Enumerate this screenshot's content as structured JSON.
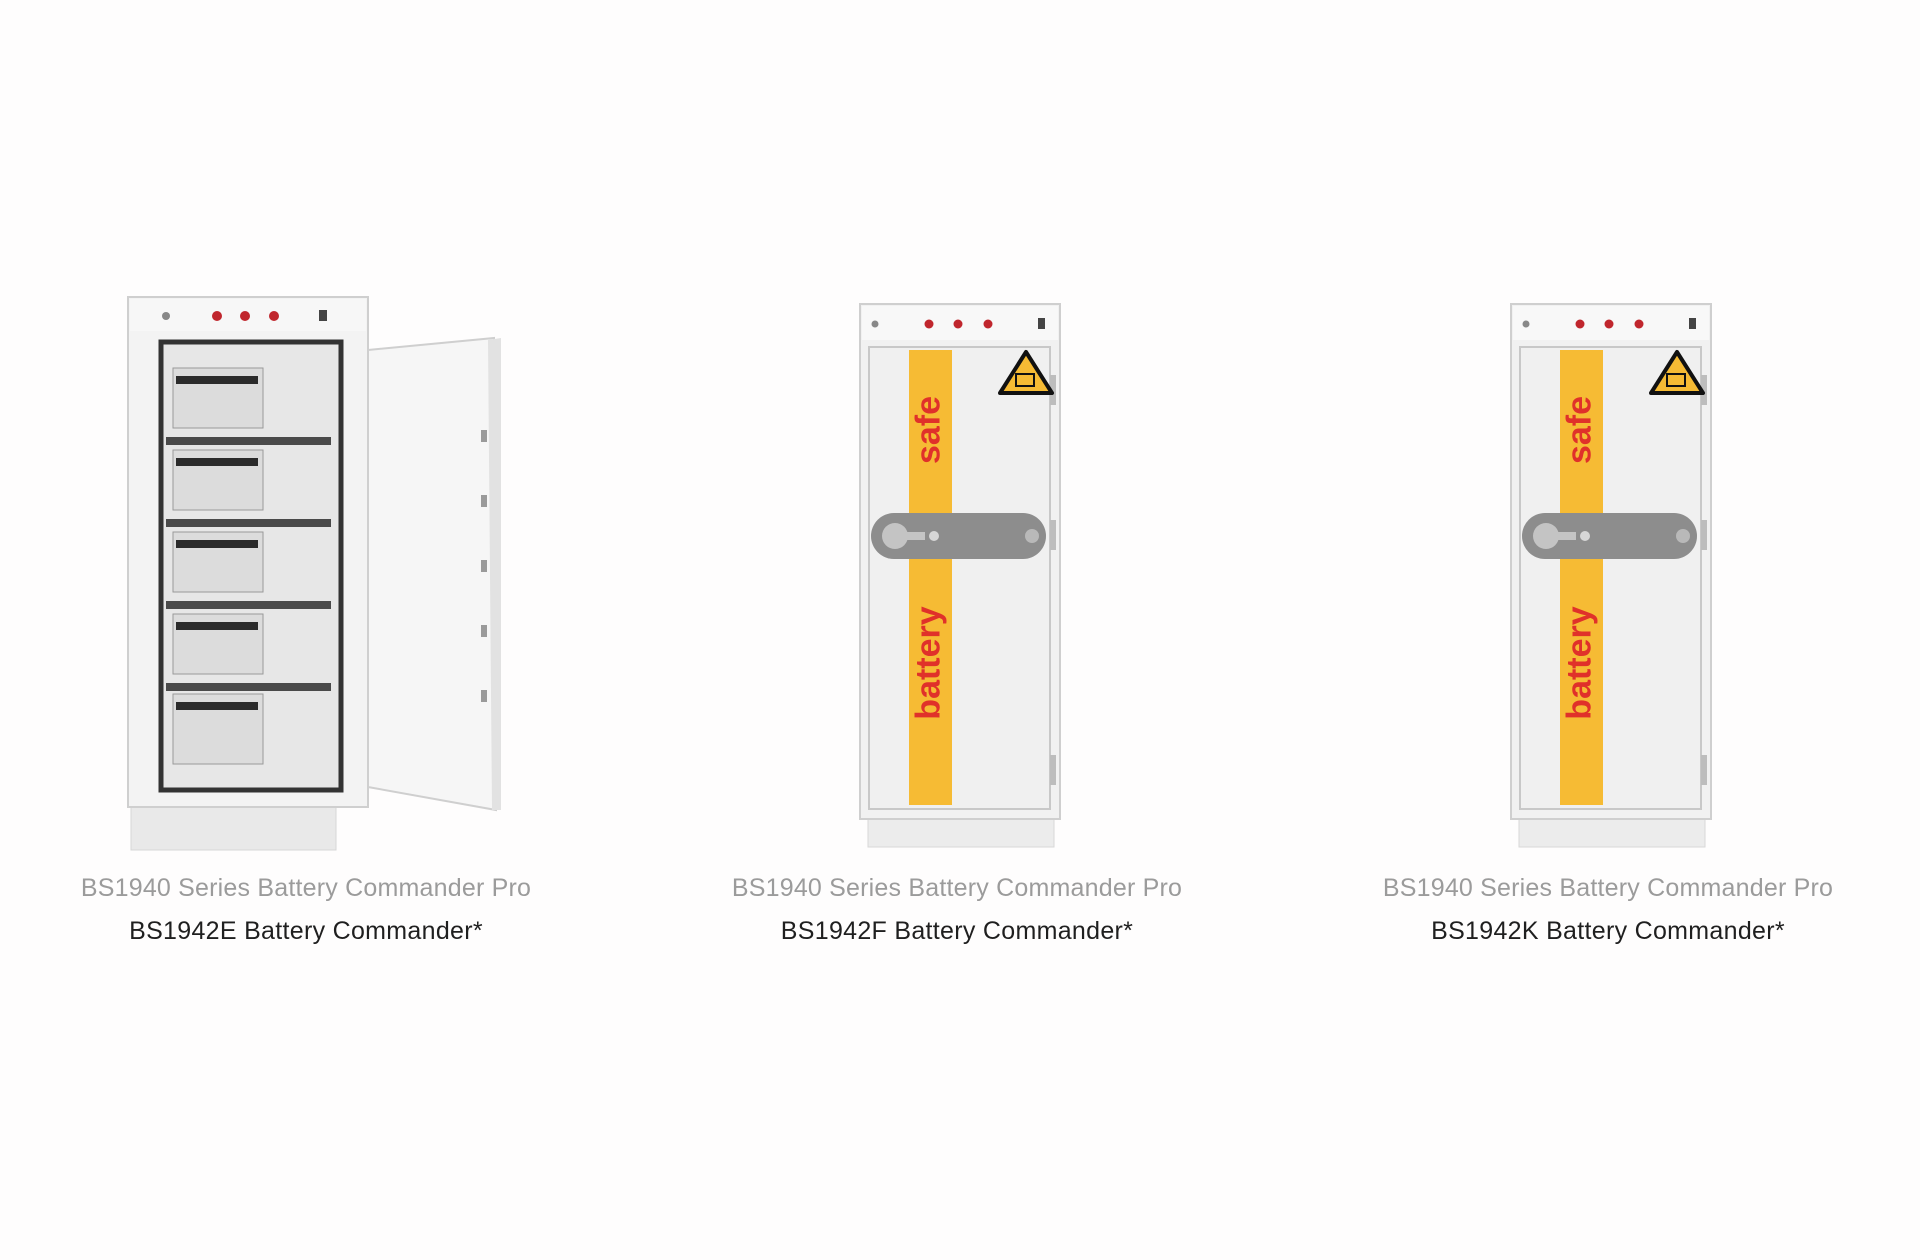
{
  "products": [
    {
      "series": "BS1940 Series Battery Commander Pro",
      "name": "BS1942E Battery Commander*",
      "image_icon": "open-cabinet-icon"
    },
    {
      "series": "BS1940 Series Battery Commander Pro",
      "name": "BS1942F Battery Commander*",
      "image_icon": "closed-cabinet-icon",
      "door_label_1": "safe",
      "door_label_2": "battery"
    },
    {
      "series": "BS1940 Series Battery Commander Pro",
      "name": "BS1942K Battery Commander*",
      "image_icon": "closed-cabinet-icon",
      "door_label_1": "safe",
      "door_label_2": "battery"
    }
  ],
  "colors": {
    "background": "#fefdfd",
    "cabinet": "#f1f1f1",
    "stripe": "#f6bb34",
    "stripe_text": "#e0312a",
    "handle": "#8d8d8d",
    "series_text": "#9b9b9b",
    "name_text": "#1f1f1f"
  }
}
